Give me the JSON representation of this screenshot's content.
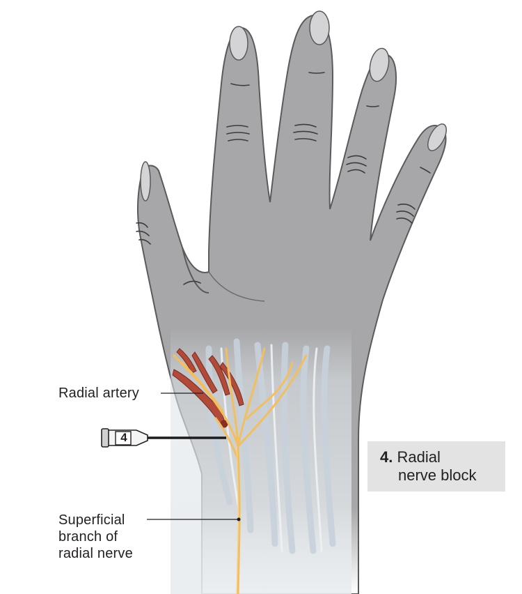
{
  "labels": {
    "radial_artery": "Radial artery",
    "superficial_branch": [
      "Superficial",
      "branch of",
      "radial nerve"
    ]
  },
  "block": {
    "number": "4.",
    "title_line1": "Radial",
    "title_line2": "nerve block"
  },
  "needle": {
    "number": "4"
  },
  "colors": {
    "skin": "#a7a7a9",
    "skin_outline": "#5a5a5c",
    "nail": "#d4d4d6",
    "nerve": "#f2bf60",
    "artery": "#b24a3a",
    "tendon": "#c8d2dc",
    "label_box": "#e3e3e3"
  }
}
